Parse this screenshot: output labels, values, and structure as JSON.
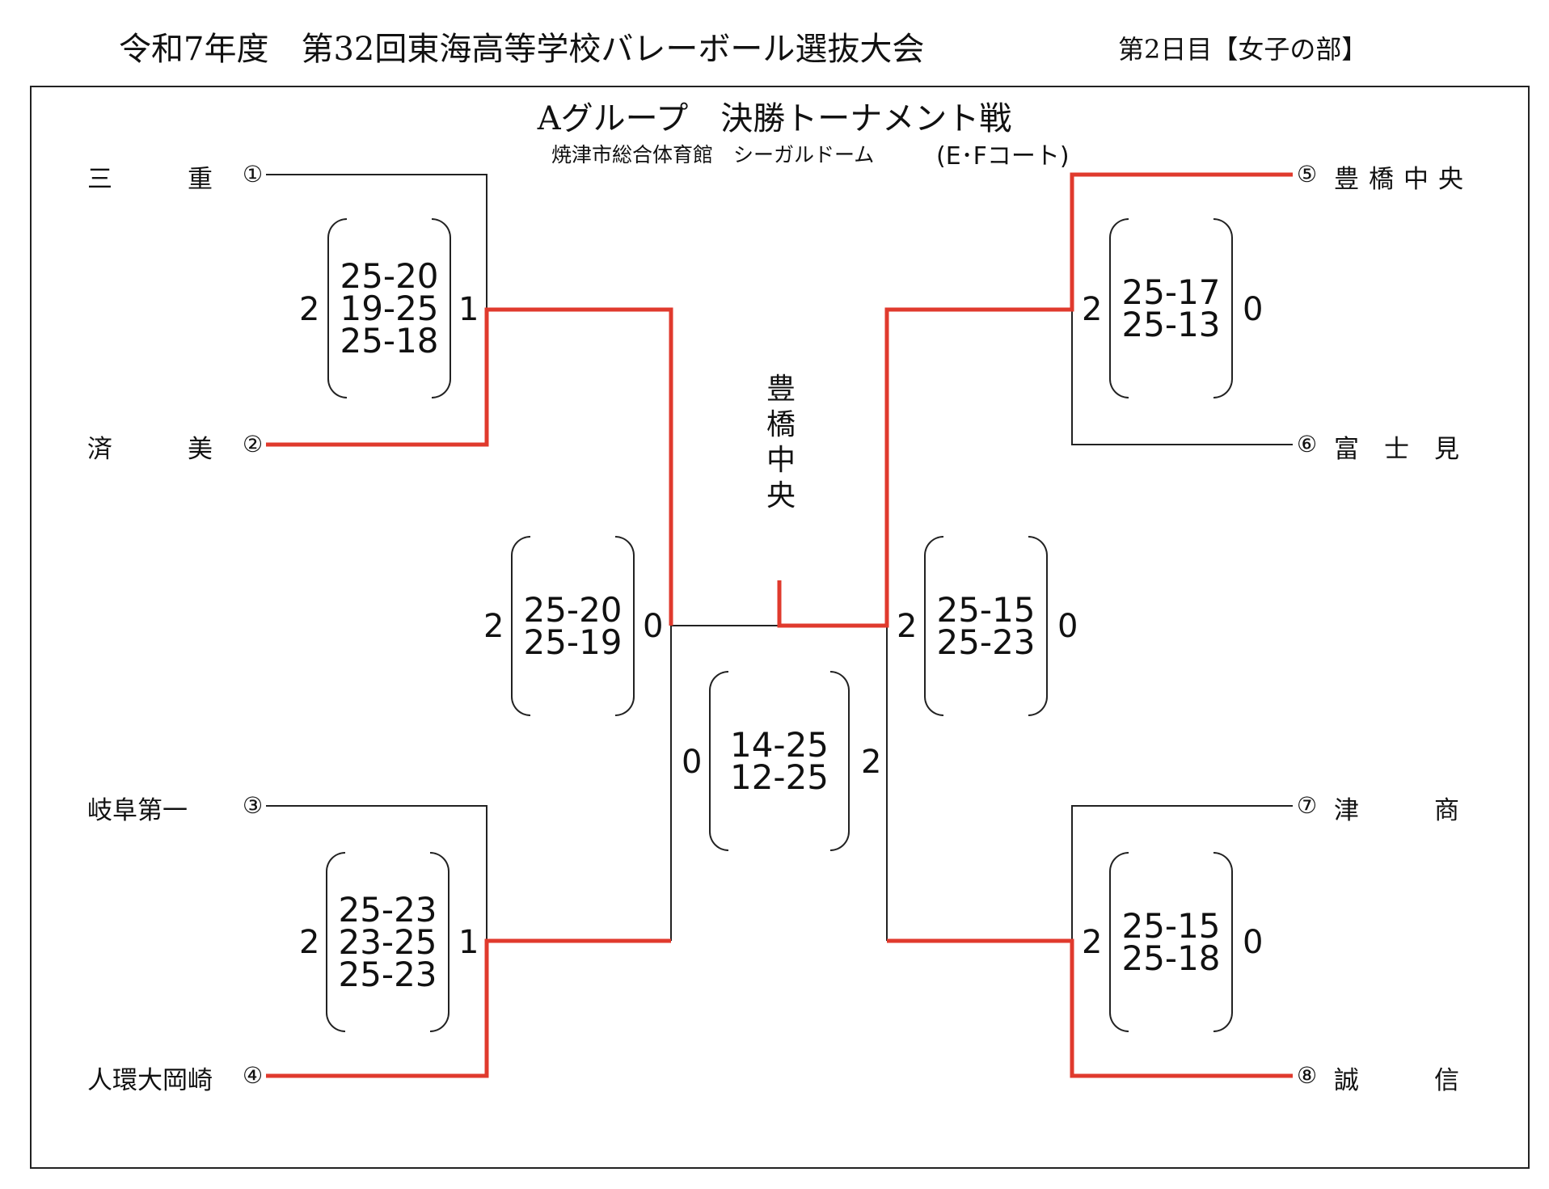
{
  "header": {
    "title": "令和7年度　第32回東海高等学校バレーボール選抜大会",
    "day": "第2日目【女子の部】"
  },
  "bracket": {
    "subtitle": "Aグループ　決勝トーナメント戦",
    "venue": "焼津市総合体育館　シーガルドーム",
    "court": "(E･Fコート)",
    "champion": "豊橋中央",
    "colors": {
      "winner_line": "#e03a2d",
      "line": "#222222"
    },
    "teams": [
      {
        "seed": "①",
        "name": "三　　　重"
      },
      {
        "seed": "②",
        "name": "済　　　美"
      },
      {
        "seed": "③",
        "name": "岐阜第一"
      },
      {
        "seed": "④",
        "name": "人環大岡崎"
      },
      {
        "seed": "⑤",
        "name": "豊橋中央"
      },
      {
        "seed": "⑥",
        "name": "富　士　見"
      },
      {
        "seed": "⑦",
        "name": "津　　　商"
      },
      {
        "seed": "⑧",
        "name": "誠　　　信"
      }
    ],
    "matches": [
      {
        "id": "m1",
        "left": "2",
        "right": "1",
        "sets": [
          "25-20",
          "19-25",
          "25-18"
        ]
      },
      {
        "id": "m2",
        "left": "2",
        "right": "1",
        "sets": [
          "25-23",
          "23-25",
          "25-23"
        ]
      },
      {
        "id": "m3",
        "left": "2",
        "right": "0",
        "sets": [
          "25-17",
          "25-13"
        ]
      },
      {
        "id": "m4",
        "left": "2",
        "right": "0",
        "sets": [
          "25-15",
          "25-18"
        ]
      },
      {
        "id": "sf1",
        "left": "2",
        "right": "0",
        "sets": [
          "25-20",
          "25-19"
        ]
      },
      {
        "id": "sf2",
        "left": "2",
        "right": "0",
        "sets": [
          "25-15",
          "25-23"
        ]
      },
      {
        "id": "final",
        "left": "0",
        "right": "2",
        "sets": [
          "14-25",
          "12-25"
        ]
      }
    ]
  }
}
